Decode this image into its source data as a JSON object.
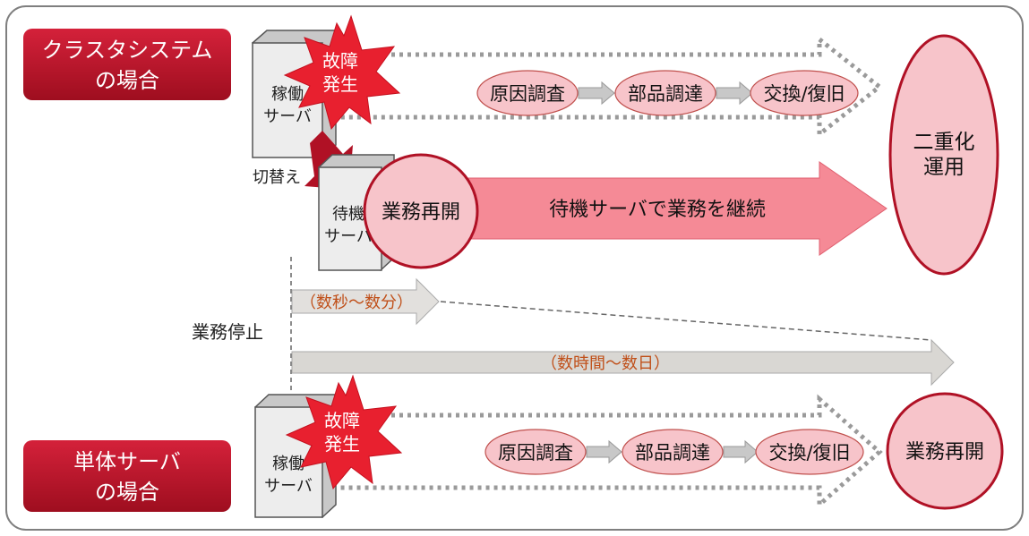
{
  "cluster": {
    "case_label_line1": "クラスタシステム",
    "case_label_line2": "の場合",
    "failure_line1": "故障",
    "failure_line2": "発生",
    "active_server_line1": "稼働",
    "active_server_line2": "サーバ",
    "switch_label": "切替え",
    "standby_server_line1": "待機",
    "standby_server_line2": "サーバ",
    "resume": "業務再開",
    "continue_text": "待機サーバで業務を継続",
    "steps": [
      "原因調査",
      "部品調達",
      "交換/復旧"
    ],
    "result_line1": "二重化",
    "result_line2": "運用"
  },
  "downtime": {
    "label": "業務停止",
    "cluster_duration": "（数秒～数分）",
    "single_duration": "（数時間～数日）"
  },
  "single": {
    "case_label_line1": "単体サーバ",
    "case_label_line2": "の場合",
    "failure_line1": "故障",
    "failure_line2": "発生",
    "server_line1": "稼働",
    "server_line2": "サーバ",
    "steps": [
      "原因調査",
      "部品調達",
      "交換/復旧"
    ],
    "resume": "業務再開"
  },
  "colors": {
    "brand_red": "#B01125",
    "pink": "#F7C4CA",
    "bright_red": "#E8202F",
    "gray_arrow": "#D9D7D3",
    "duration_text": "#C0501A"
  }
}
